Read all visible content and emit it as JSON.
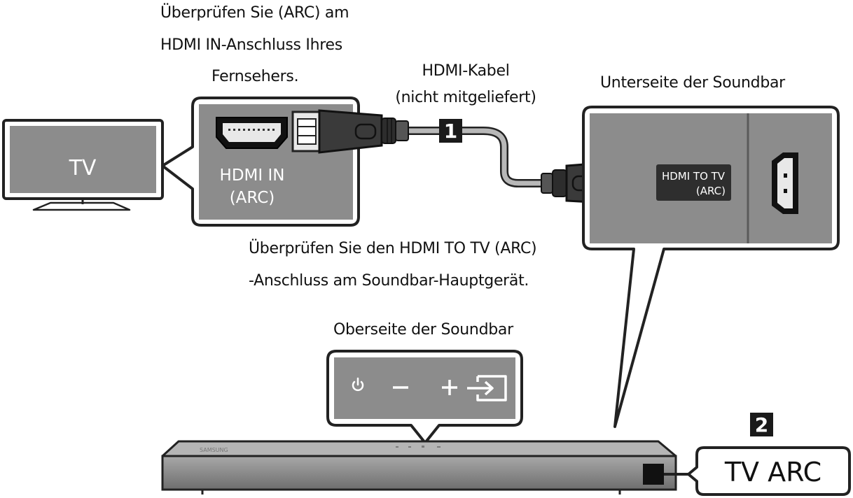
{
  "tv_label": "TV",
  "tv_port_callout": {
    "port_label_line1": "HDMI IN",
    "port_label_line2": "(ARC)",
    "note_line1": "Überprüfen Sie (ARC) am",
    "note_line2": "HDMI IN-Anschluss Ihres",
    "note_line3": "Fernsehers."
  },
  "cable": {
    "label_line1": "HDMI-Kabel",
    "label_line2": "(nicht mitgeliefert)",
    "step_badge": "1"
  },
  "soundbar_bottom": {
    "title": "Unterseite der Soundbar",
    "port_label_line1": "HDMI TO TV",
    "port_label_line2": "(ARC)"
  },
  "soundbar_note": {
    "line1": "Überprüfen Sie den HDMI TO TV (ARC)",
    "line2": "-Anschluss am Soundbar-Hauptgerät."
  },
  "soundbar_top": {
    "title": "Oberseite der Soundbar",
    "buttons": [
      "power-icon",
      "volume-down-icon",
      "volume-up-icon",
      "input-source-icon"
    ]
  },
  "soundbar_brand": "SAMSUNG",
  "step2": {
    "badge": "2",
    "display_text": "TV ARC"
  },
  "colors": {
    "panel_gray": "#8c8c8c",
    "callout_bg": "#a6a6a6",
    "badge_bg": "#1a1a1a",
    "cable_gray": "#b0b0b0"
  }
}
